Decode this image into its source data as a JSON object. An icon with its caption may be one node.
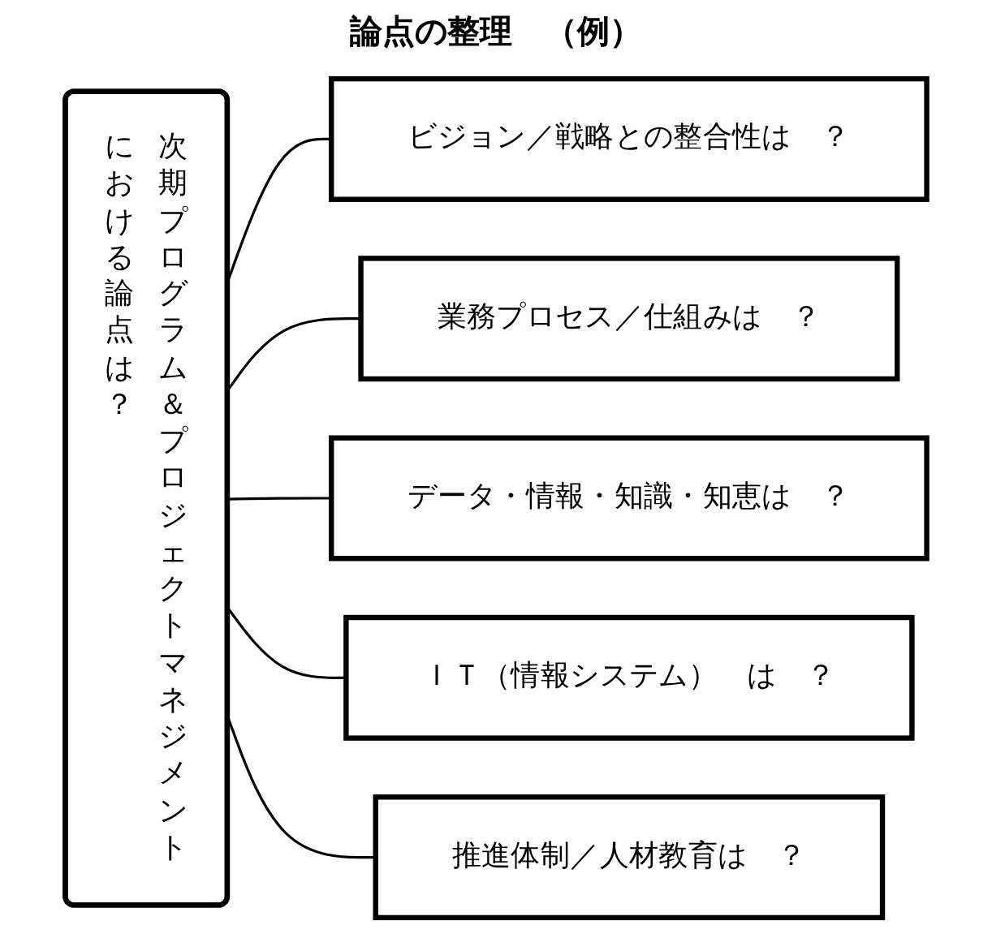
{
  "diagram": {
    "title": "論点の整理　（例）",
    "nodes": [
      {
        "text": [
          "次期プログラム＆プロジェクトマネジメントにおける論点は？"
        ]
      },
      {
        "text": [
          "ビジョン／戦略との整合性は　？"
        ]
      },
      {
        "text": [
          "業務プロセス／仕組みは　？"
        ]
      },
      {
        "text": [
          "データ・情報・知識・知恵は　？"
        ]
      },
      {
        "text": [
          "ＩＴ（情報システム）　は　？"
        ]
      },
      {
        "text": [
          "推進体制／人材教育は　？"
        ]
      }
    ],
    "edges": [
      {
        "from": 0,
        "to": 1,
        "arrow": "none"
      },
      {
        "from": 0,
        "to": 2,
        "arrow": "none"
      },
      {
        "from": 0,
        "to": 3,
        "arrow": "none"
      },
      {
        "from": 0,
        "to": 4,
        "arrow": "none"
      },
      {
        "from": 0,
        "to": 5,
        "arrow": "none"
      }
    ]
  }
}
